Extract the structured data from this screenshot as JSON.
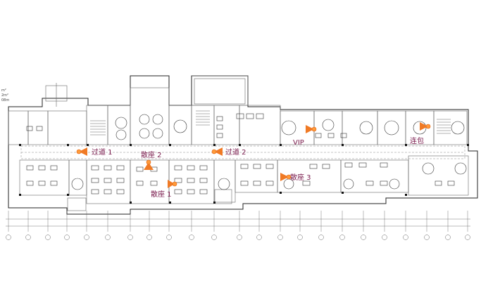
{
  "zones": [
    {
      "id": "passage-1",
      "label": "过道 1",
      "dir": "right"
    },
    {
      "id": "seating-2",
      "label": "散座 2",
      "dir": "down"
    },
    {
      "id": "seating-1",
      "label": "散座 1",
      "dir": "right"
    },
    {
      "id": "passage-2",
      "label": "过道 2",
      "dir": "right"
    },
    {
      "id": "seating-3",
      "label": "散座 3",
      "dir": "left"
    },
    {
      "id": "vip",
      "label": "VIP",
      "dir": "right"
    },
    {
      "id": "private-rooms",
      "label": "连包",
      "dir": "right"
    }
  ],
  "corner_notes": [
    "m²",
    "2m²",
    "08m"
  ],
  "colors": {
    "marker": "#f07a25",
    "label": "#7a1b4d",
    "line": "#222222"
  }
}
